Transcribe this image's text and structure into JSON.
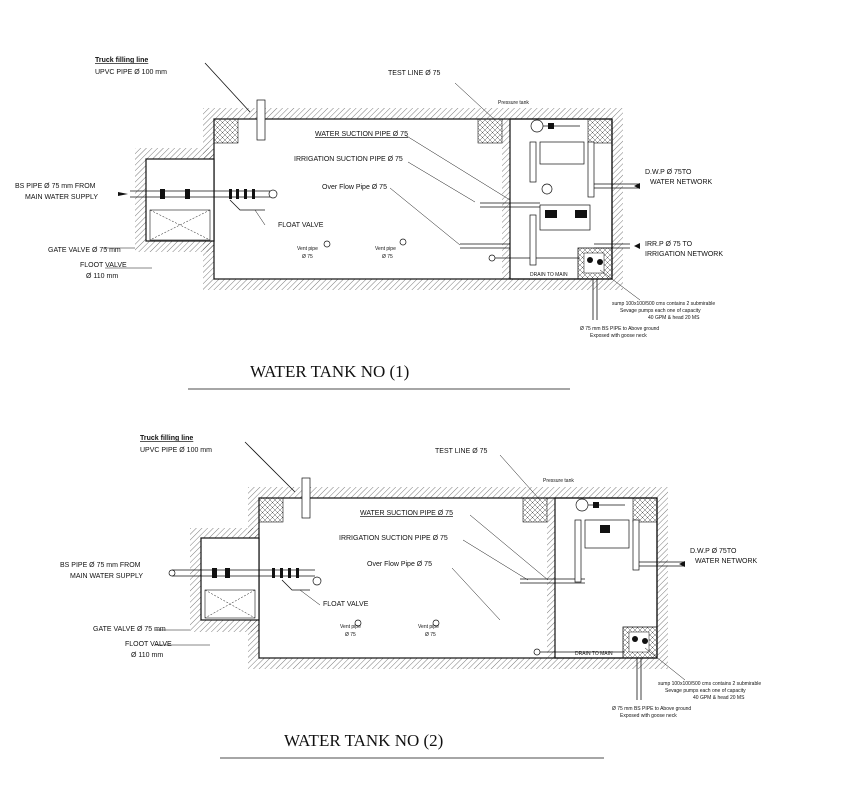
{
  "tank1": {
    "truck_line": "Truck filling line",
    "upvc_pipe": "UPVC PIPE Ø 100 mm",
    "test_line": "TEST LINE Ø 75",
    "pressure_tank": "Pressure tank",
    "water_suction": "WATER SUCTION PIPE Ø 75",
    "irrigation_suction": "IRRIGATION SUCTION PIPE Ø 75",
    "over_flow": "Over Flow Pipe Ø 75",
    "bs_pipe_1": "BS PIPE Ø 75 mm FROM",
    "bs_pipe_2": "MAIN WATER SUPPLY",
    "float_valve": "FLOAT VALVE",
    "vent_1": "Vent pipe",
    "vent_2": "Ø 75",
    "vent_b1": "Vent pipe",
    "vent_b2": "Ø 75",
    "gate_valve": "GATE VALVE Ø 75 mm",
    "floot_valve_1": "FLOOT VALVE",
    "floot_valve_2": "Ø 110 mm",
    "dwp_1": "D.W.P Ø 75TO",
    "dwp_2": "WATER NETWORK",
    "irrp_1": "IRR.P Ø 75 TO",
    "irrp_2": "IRRIGATION NETWORK",
    "drain": "DRAIN TO MAIN",
    "sump_1": "sump 100x100/500 cms contains 2 submirable",
    "sump_2": "Sevage pumps each one of capacity",
    "sump_3": "40 GPM & head 20 MS",
    "pipe_note_1": "Ø 75 mm BS PIPE to Above ground",
    "pipe_note_2": "Exposed with goose neck",
    "title": "WATER TANK NO  (1)"
  },
  "tank2": {
    "truck_line": "Truck filling line",
    "upvc_pipe": "UPVC PIPE Ø 100 mm",
    "test_line": "TEST LINE Ø 75",
    "pressure_tank": "Pressure tank",
    "water_suction": "WATER SUCTION PIPE Ø 75",
    "irrigation_suction": "IRRIGATION SUCTION PIPE Ø 75",
    "over_flow": "Over Flow Pipe Ø 75",
    "bs_pipe_1": "BS PIPE Ø 75 mm FROM",
    "bs_pipe_2": "MAIN WATER SUPPLY",
    "float_valve": "FLOAT VALVE",
    "vent_1": "Vent pipe",
    "vent_2": "Ø 75",
    "vent_b1": "Vent pipe",
    "vent_b2": "Ø 75",
    "gate_valve": "GATE VALVE Ø 75 mm",
    "floot_valve_1": "FLOOT VALVE",
    "floot_valve_2": "Ø 110 mm",
    "dwp_1": "D.W.P Ø 75TO",
    "dwp_2": "WATER NETWORK",
    "drain": "DRAIN TO MAIN",
    "sump_1": "sump 100x100/500 cms contains 2 submirable",
    "sump_2": "Sevage pumps each one of capacity",
    "sump_3": "40 GPM & head 20 MS",
    "pipe_note_1": "Ø 75 mm BS PIPE to Above ground",
    "pipe_note_2": "Exposed with goose neck",
    "title": "WATER TANK NO  (2)"
  }
}
